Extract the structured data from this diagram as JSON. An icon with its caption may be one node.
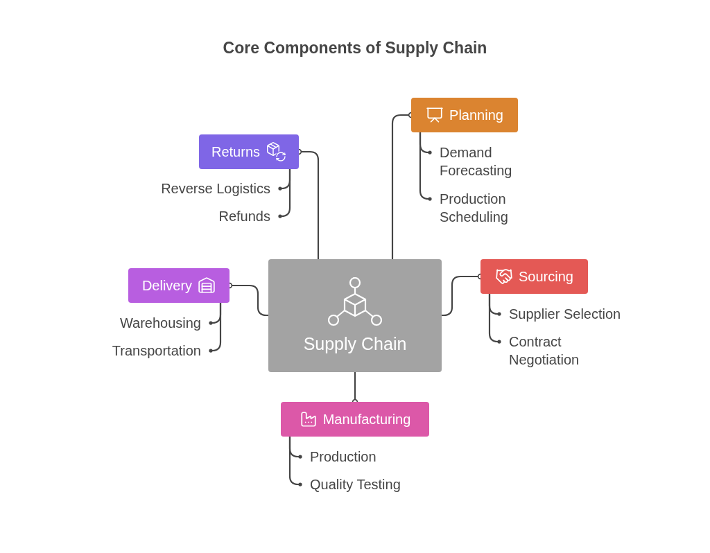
{
  "diagram": {
    "title": "Core Components of Supply Chain",
    "nodes": [
      {
        "text": [
          "Supply Chain"
        ]
      },
      {
        "text": [
          "Returns"
        ]
      },
      {
        "text": [
          "Reverse Logistics"
        ]
      },
      {
        "text": [
          "Refunds"
        ]
      },
      {
        "text": [
          "Planning"
        ]
      },
      {
        "text": [
          "Demand Forecasting"
        ]
      },
      {
        "text": [
          "Production Scheduling"
        ]
      },
      {
        "text": [
          "Delivery"
        ]
      },
      {
        "text": [
          "Warehousing"
        ]
      },
      {
        "text": [
          "Transportation"
        ]
      },
      {
        "text": [
          "Sourcing"
        ]
      },
      {
        "text": [
          "Supplier Selection"
        ]
      },
      {
        "text": [
          "Contract Negotiation"
        ]
      },
      {
        "text": [
          "Manufacturing"
        ]
      },
      {
        "text": [
          "Production"
        ]
      },
      {
        "text": [
          "Quality Testing"
        ]
      }
    ],
    "edges": [
      {
        "from": 0,
        "to": 1,
        "arrow": "other"
      },
      {
        "from": 0,
        "to": 4,
        "arrow": "other"
      },
      {
        "from": 0,
        "to": 7,
        "arrow": "other"
      },
      {
        "from": 0,
        "to": 10,
        "arrow": "other"
      },
      {
        "from": 0,
        "to": 13,
        "arrow": "other"
      },
      {
        "from": 1,
        "to": 2,
        "arrow": "other"
      },
      {
        "from": 1,
        "to": 3,
        "arrow": "other"
      },
      {
        "from": 4,
        "to": 5,
        "arrow": "other"
      },
      {
        "from": 4,
        "to": 6,
        "arrow": "other"
      },
      {
        "from": 7,
        "to": 8,
        "arrow": "other"
      },
      {
        "from": 7,
        "to": 9,
        "arrow": "other"
      },
      {
        "from": 10,
        "to": 11,
        "arrow": "other"
      },
      {
        "from": 10,
        "to": 12,
        "arrow": "other"
      },
      {
        "from": 13,
        "to": 14,
        "arrow": "other"
      },
      {
        "from": 13,
        "to": 15,
        "arrow": "other"
      }
    ]
  }
}
